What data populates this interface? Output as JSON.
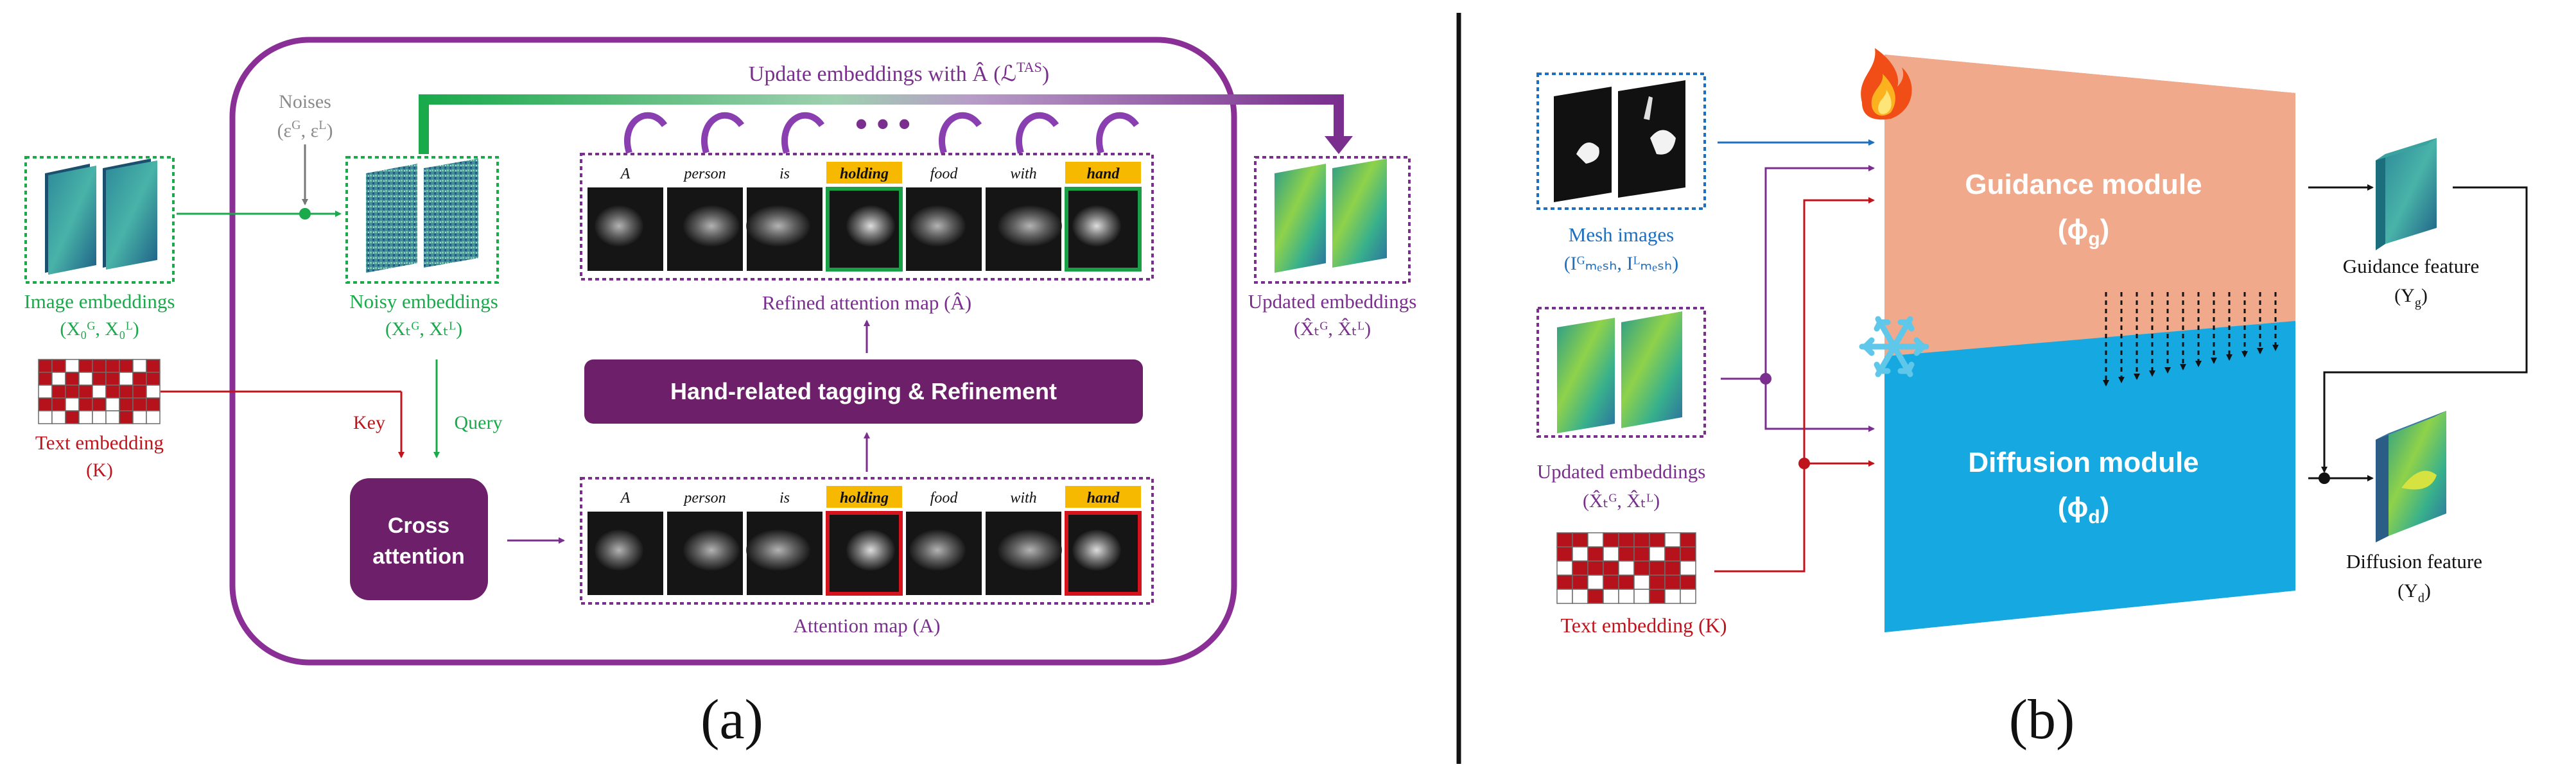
{
  "colors": {
    "purple": "#7a2f8e",
    "purple_fill": "#6d1f6a",
    "green": "#1aa94b",
    "red": "#c0141c",
    "blue": "#1e6fc0",
    "cyan": "#16a9e1",
    "peach": "#f0a98a",
    "gold": "#f7b800",
    "gray": "#8a8a8a"
  },
  "panel_a": {
    "caption": "(a)",
    "update_label": "Update embeddings with Â (ℒ",
    "update_label_sup": "TAS",
    "update_label_end": ")",
    "noises_title": "Noises",
    "noises_sub": "(ε",
    "noises_sub_g": "G",
    "noises_sub_mid": ", ε",
    "noises_sub_l": "L",
    "noises_sub_end": ")",
    "image_emb_title": "Image embeddings",
    "image_emb_sym": "(X₀ᴳ, X₀ᴸ)",
    "noisy_emb_title": "Noisy embeddings",
    "noisy_emb_sym": "(Xₜᴳ, Xₜᴸ)",
    "text_emb_title": "Text embedding",
    "text_emb_sym": "(K)",
    "key_label": "Key",
    "query_label": "Query",
    "cross_attention": [
      "Cross",
      "attention"
    ],
    "tagging_box": "Hand-related tagging & Refinement",
    "refined_map_label": "Refined attention map (Â)",
    "attention_map_label": "Attention map (A)",
    "updated_emb_title": "Updated embeddings",
    "updated_emb_sym": "(X̂ₜᴳ, X̂ₜᴸ)",
    "tokens": [
      "A",
      "person",
      "is",
      "holding",
      "food",
      "with",
      "hand"
    ],
    "highlighted_tokens": [
      "holding",
      "hand"
    ],
    "ellipsis": "• • •"
  },
  "panel_b": {
    "caption": "(b)",
    "mesh_title": "Mesh images",
    "mesh_sym": "(Iᴳₘₑₛₕ, Iᴸₘₑₛₕ)",
    "updated_emb_title": "Updated embeddings",
    "updated_emb_sym": "(X̂ₜᴳ, X̂ₜᴸ)",
    "text_emb_label": "Text embedding",
    "text_emb_sym": "(K)",
    "guidance_module": "Guidance module",
    "guidance_sym": "(ϕ",
    "guidance_sub": "g",
    "guidance_end": ")",
    "diffusion_module": "Diffusion module",
    "diffusion_sym": "(ϕ",
    "diffusion_sub": "d",
    "diffusion_end": ")",
    "guidance_feature": "Guidance feature",
    "guidance_feature_sym": "(Y",
    "guidance_feature_sub": "g",
    "guidance_feature_end": ")",
    "diffusion_feature": "Diffusion feature",
    "diffusion_feature_sym": "(Y",
    "diffusion_feature_sub": "d",
    "diffusion_feature_end": ")",
    "fire_icon": "fire-icon",
    "snowflake_icon": "snowflake-icon"
  }
}
